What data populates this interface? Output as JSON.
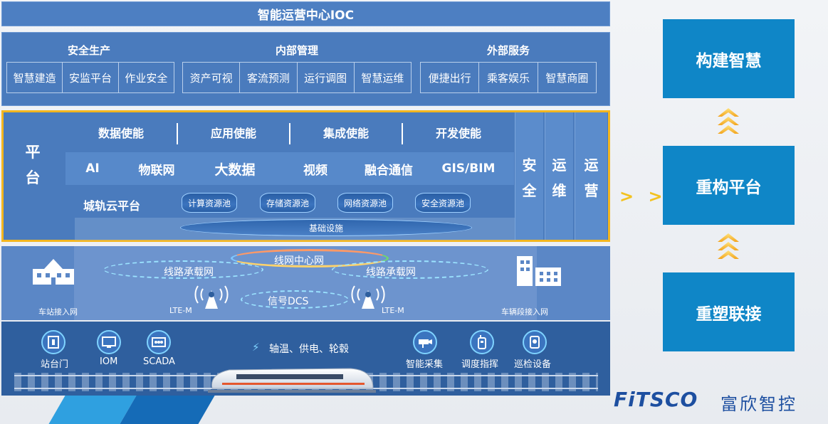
{
  "ioc": {
    "title": "智能运营中心IOC"
  },
  "applications": {
    "groups": [
      {
        "title": "安全生产",
        "items": [
          "智慧建造",
          "安监平台",
          "作业安全"
        ]
      },
      {
        "title": "内部管理",
        "items": [
          "资产可视",
          "客流预测",
          "运行调图",
          "智慧运维"
        ]
      },
      {
        "title": "外部服务",
        "items": [
          "便捷出行",
          "乘客娱乐",
          "智慧商圈"
        ]
      }
    ]
  },
  "platform": {
    "label": [
      "平",
      "台"
    ],
    "enablement": [
      "数据使能",
      "应用使能",
      "集成使能",
      "开发使能"
    ],
    "technologies": [
      "AI",
      "物联网",
      "大数据",
      "视频",
      "融合通信",
      "GIS/BIM"
    ],
    "cloud_label": "城轨云平台",
    "pools": [
      "计算资源池",
      "存储资源池",
      "网络资源池",
      "安全资源池"
    ],
    "infrastructure": "基础设施",
    "side_columns": [
      [
        "安",
        "全"
      ],
      [
        "运",
        "维"
      ],
      [
        "运",
        "营"
      ]
    ],
    "border_color": "#f3b61f"
  },
  "network": {
    "center_net": "线网中心网",
    "line_net_left": "线路承载网",
    "line_net_right": "线路承载网",
    "signal": "信号DCS",
    "lte_left": "LTE-M",
    "lte_right": "LTE-M",
    "station_access": "车站接入网",
    "depot_access": "车辆段接入网"
  },
  "devices": {
    "left": [
      {
        "label": "站台门",
        "icon": "platform-door-icon"
      },
      {
        "label": "IOM",
        "icon": "monitor-icon"
      },
      {
        "label": "SCADA",
        "icon": "scada-panel-icon"
      }
    ],
    "center": "轴温、供电、轮毂",
    "right": [
      {
        "label": "智能采集",
        "icon": "camera-icon"
      },
      {
        "label": "调度指挥",
        "icon": "handheld-radio-icon"
      },
      {
        "label": "巡检设备",
        "icon": "inspection-device-icon"
      }
    ]
  },
  "flow": {
    "top": "构建智慧",
    "middle": "重构平台",
    "bottom": "重塑联接",
    "arrows": "> >",
    "box_color": "#0f86c7"
  },
  "logo": {
    "mark": "FiTSCO",
    "name": "富欣智控"
  }
}
